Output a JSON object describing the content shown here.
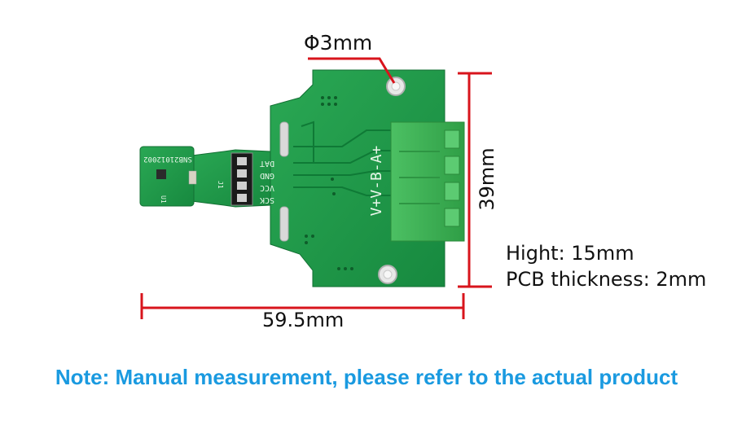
{
  "labels": {
    "hole_diameter": "Φ3mm",
    "length": "39mm",
    "width": "59.5mm",
    "height": "Hight: 15mm",
    "pcb_thickness": "PCB thickness: 2mm"
  },
  "note": "Note: Manual measurement, please refer to the actual product",
  "silkscreen": {
    "part_number": "SNB21012002",
    "pins": [
      "DAT",
      "GND",
      "VCC",
      "SCK"
    ],
    "terminals": "V+V-B-A+",
    "j1": "J1",
    "u1": "U1"
  },
  "colors": {
    "dimension_line": "#d8141c",
    "note_text": "#1a9ae0",
    "pcb": "#1f9a48",
    "terminal_block": "#3aae4e"
  }
}
